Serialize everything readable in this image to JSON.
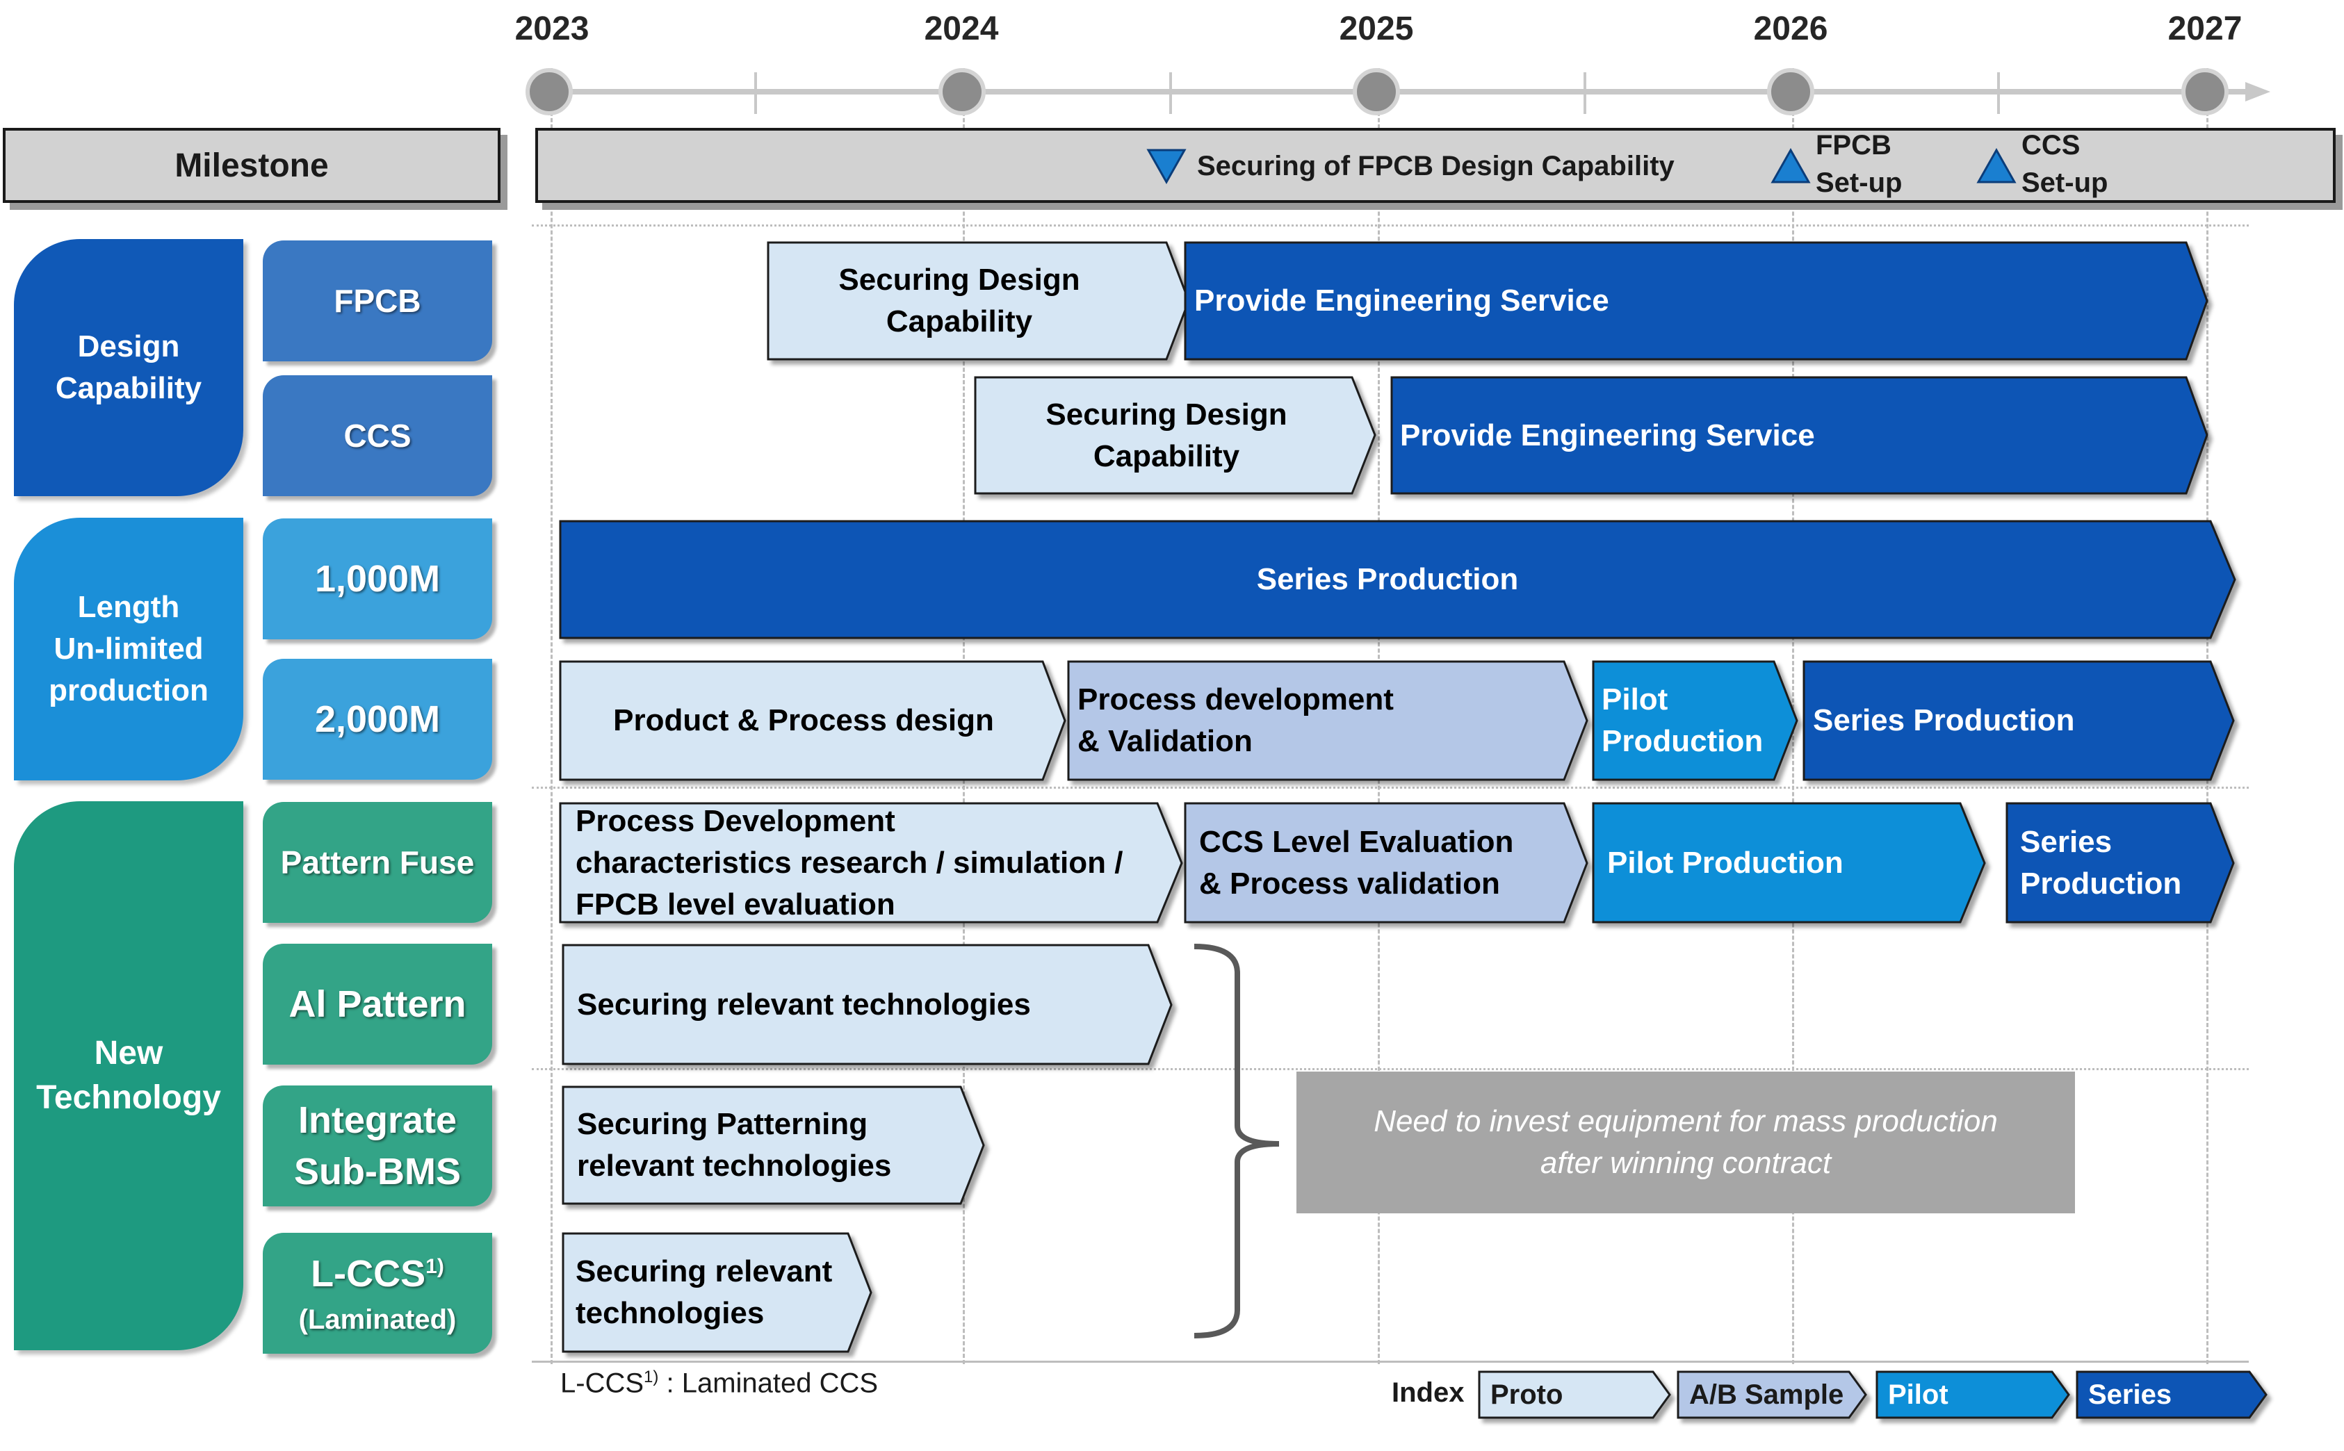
{
  "timeline": {
    "years": [
      "2023",
      "2024",
      "2025",
      "2026",
      "2027"
    ]
  },
  "milestone": {
    "label": "Milestone",
    "events": [
      {
        "text": "Securing of FPCB Design Capability",
        "marker": "down-triangle"
      },
      {
        "text": "FPCB\nSet-up",
        "marker": "up-triangle"
      },
      {
        "text": "CCS\nSet-up",
        "marker": "up-triangle"
      }
    ]
  },
  "categories": [
    {
      "label": "Design\nCapability",
      "color": "#1059b7"
    },
    {
      "label": "Length\nUn-limited\nproduction",
      "color": "#1b8fd8"
    },
    {
      "label": "New\nTechnology",
      "color": "#1e9a80"
    }
  ],
  "subcategories": [
    {
      "label": "FPCB",
      "color": "#3a78c2"
    },
    {
      "label": "CCS",
      "color": "#3a78c2"
    },
    {
      "label": "1,000M",
      "color": "#3ba2dc"
    },
    {
      "label": "2,000M",
      "color": "#3ba2dc"
    },
    {
      "label": "Pattern Fuse",
      "color": "#33a487"
    },
    {
      "label": "Al Pattern",
      "color": "#33a487"
    },
    {
      "label": "Integrate\nSub-BMS",
      "color": "#33a487"
    },
    {
      "label": "L-CCS",
      "sup": "1)",
      "sublabel": "(Laminated)",
      "color": "#33a487"
    }
  ],
  "stages": {
    "fpcb_design": "Securing Design\nCapability",
    "fpcb_service": "Provide Engineering Service",
    "ccs_design": "Securing Design\nCapability",
    "ccs_service": "Provide Engineering Service",
    "m1000_series": "Series Production",
    "m2000_design": "Product & Process design",
    "m2000_dev": "Process development\n& Validation",
    "m2000_pilot": "Pilot\nProduction",
    "m2000_series": "Series Production",
    "fuse_dev": "Process Development\ncharacteristics research / simulation /\nFPCB level evaluation",
    "fuse_eval": "CCS Level Evaluation\n& Process validation",
    "fuse_pilot": "Pilot Production",
    "fuse_series": "Series\nProduction",
    "al_tech": "Securing relevant technologies",
    "bms_tech": "Securing Patterning\nrelevant technologies",
    "lccs_tech": "Securing relevant\ntechnologies"
  },
  "note": "Need to invest equipment for mass production\nafter winning contract",
  "footnote": {
    "prefix": "L-CCS",
    "sup": "1)",
    "text": " : Laminated CCS"
  },
  "index": {
    "label": "Index",
    "items": [
      {
        "label": "Proto",
        "color": "#d6e6f4"
      },
      {
        "label": "A/B Sample",
        "color": "#b4c7e7"
      },
      {
        "label": "Pilot",
        "color": "#0b8fd8"
      },
      {
        "label": "Series",
        "color": "#0b55b5"
      }
    ]
  },
  "colors": {
    "proto": "#d6e6f4",
    "ab_sample": "#b4c7e7",
    "pilot": "#0b8fd8",
    "series": "#0b55b5"
  }
}
